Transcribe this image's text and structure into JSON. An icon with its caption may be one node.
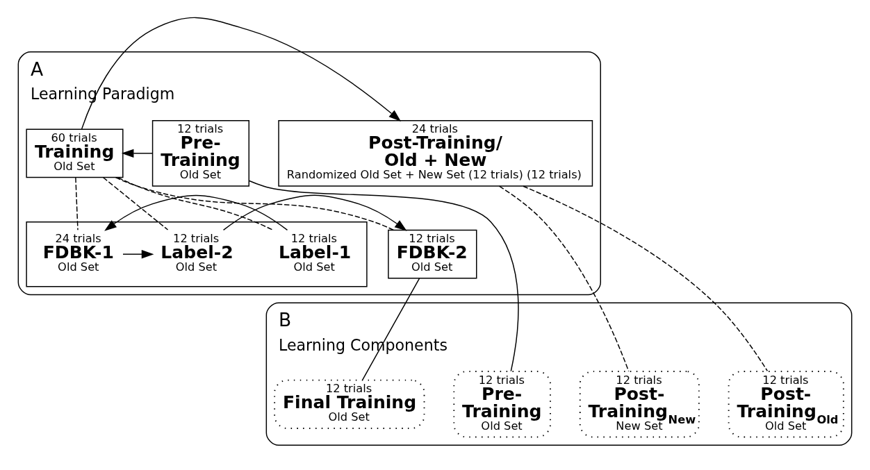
{
  "diagram": {
    "nodes": [
      {
        "text": [
          "A",
          "Learning Paradigm"
        ]
      },
      {
        "text": [
          "12 trials",
          "Pre- Training",
          "Old Set"
        ],
        "in": 0
      },
      {
        "text": [
          "60 trials",
          "Training",
          "Old Set"
        ],
        "in": 0
      },
      {
        "text": [
          "24 trials",
          "Post-Training/ Old + New",
          "Randomized Old Set + New Set (12 trials) (12 trials)"
        ],
        "in": 0
      },
      {
        "text": [],
        "shape": "box",
        "in": 0
      },
      {
        "text": [
          "12 trials",
          "Label-1",
          "Old Set"
        ],
        "in": 4
      },
      {
        "text": [
          "24 trials",
          "FDBK-1",
          "Old Set"
        ],
        "in": 4
      },
      {
        "text": [
          "12 trials",
          "Label-2",
          "Old Set"
        ],
        "in": 4
      },
      {
        "text": [
          "12 trials",
          "FDBK-2",
          "Old Set"
        ],
        "in": 0
      },
      {
        "text": [
          "B",
          "Learning Components"
        ]
      },
      {
        "text": [
          "12 trials",
          "Pre- Training",
          "Old Set"
        ],
        "in": 9
      },
      {
        "text": [
          "12 trials",
          "Final Training",
          "Old Set"
        ],
        "in": 9
      },
      {
        "text": [
          "12 trials",
          "Post- Training$_{Old}$",
          "Old Set"
        ],
        "in": 9
      },
      {
        "text": [
          "12 trials",
          "Post- Training$_{New}$",
          "New Set"
        ],
        "in": 9
      }
    ],
    "edges": [
      {
        "from": 1,
        "to": 2,
        "arrow": "to"
      },
      {
        "from": 2,
        "to": 3,
        "arrow": "to"
      },
      {
        "from": 2,
        "to": 5,
        "arrow": "none",
        "style": "dashed"
      },
      {
        "from": 2,
        "to": 6,
        "arrow": "none",
        "style": "dashed"
      },
      {
        "from": 2,
        "to": 7,
        "arrow": "none",
        "style": "dashed"
      },
      {
        "from": 2,
        "to": 8,
        "arrow": "none",
        "style": "dashed"
      },
      {
        "from": 5,
        "to": 6,
        "arrow": "to"
      },
      {
        "from": 6,
        "to": 7,
        "arrow": "to"
      },
      {
        "from": 7,
        "to": 8,
        "arrow": "to"
      },
      {
        "from": 1,
        "to": 10,
        "arrow": "none"
      },
      {
        "from": 8,
        "to": 11,
        "arrow": "none"
      },
      {
        "from": 3,
        "to": 12,
        "arrow": "none",
        "style": "dashed"
      },
      {
        "from": 3,
        "to": 13,
        "arrow": "none",
        "style": "dashed"
      }
    ]
  }
}
